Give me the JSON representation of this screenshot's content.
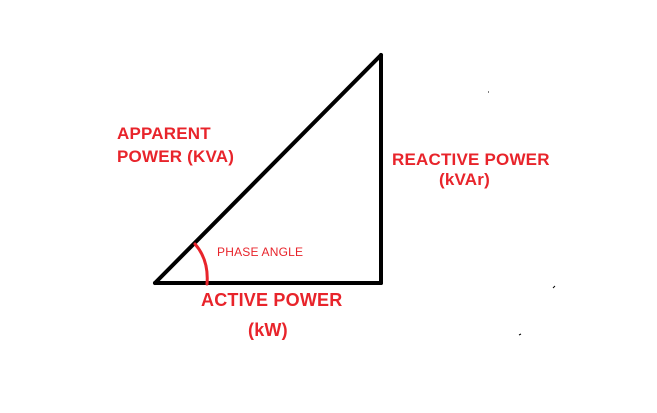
{
  "colors": {
    "label": "#e8242b",
    "line": "#000000",
    "angle_arc": "#e8242b"
  },
  "labels": {
    "apparent_line1": "APPARENT",
    "apparent_line2": "POWER (KVA)",
    "reactive_line1": "REACTIVE  POWER",
    "reactive_line2": "(kVAr)",
    "phase_angle": "PHASE ANGLE",
    "active_line1": "ACTIVE  POWER",
    "active_line2": "(kW)"
  }
}
